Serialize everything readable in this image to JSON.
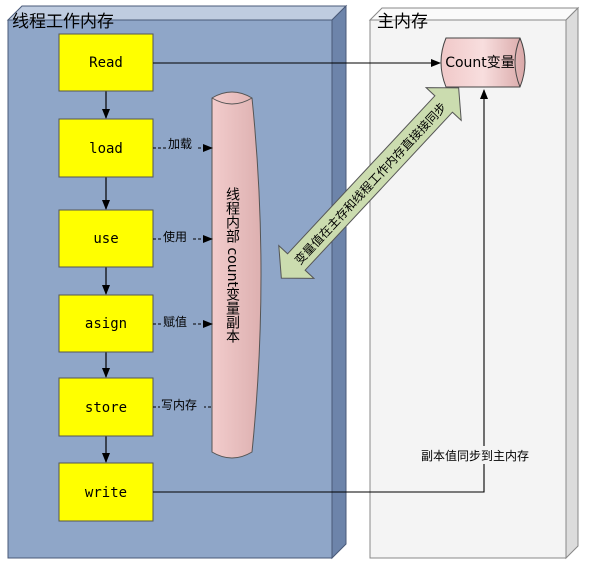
{
  "thread_panel": {
    "title": "线程工作内存"
  },
  "main_panel": {
    "title": "主内存"
  },
  "operations": [
    {
      "label": "Read"
    },
    {
      "label": "load"
    },
    {
      "label": "use"
    },
    {
      "label": "asign"
    },
    {
      "label": "store"
    },
    {
      "label": "write"
    }
  ],
  "op_annotations": [
    "加载",
    "使用",
    "赋值",
    "写内存"
  ],
  "thread_copy": {
    "label": "线程内部 count变量副本"
  },
  "main_variable": {
    "label": "Count变量"
  },
  "sync_arrow": {
    "label": "变量值在主存和线程工作内存直接接同步"
  },
  "write_note": {
    "label": "副本值同步到主内存"
  },
  "colors": {
    "thread_panel": "#8fa6c8",
    "main_panel": "#f4f4f4",
    "op_box": "#ffff00",
    "copy_box": "#e8c0c0",
    "sync_arrow": "#cbdcaf"
  }
}
